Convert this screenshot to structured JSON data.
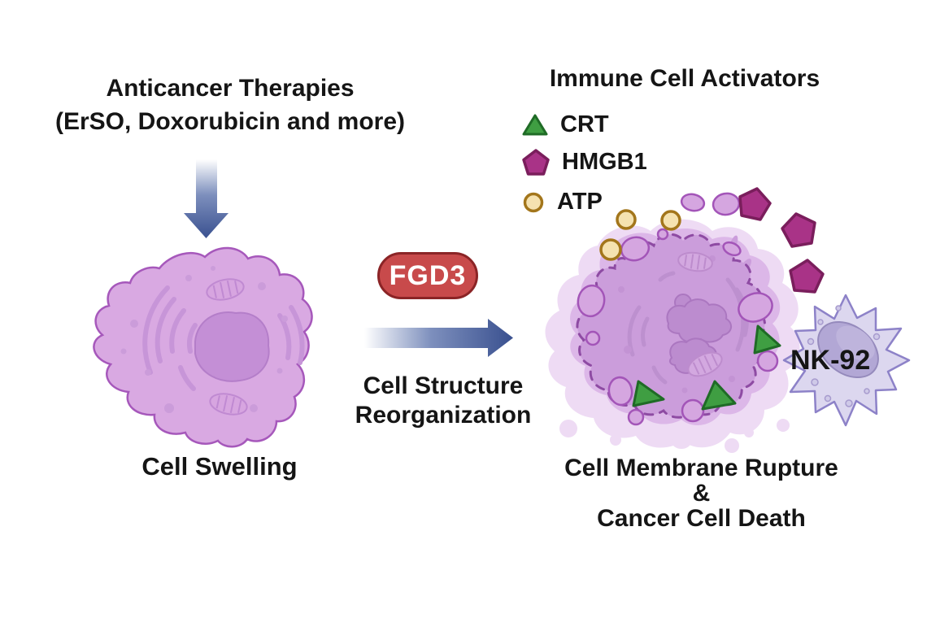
{
  "figure": {
    "left_panel": {
      "heading_line1": "Anticancer Therapies",
      "heading_line2": "(ErSO, Doxorubicin and more)",
      "cell_caption": "Cell Swelling"
    },
    "center_panel": {
      "gene_badge": "FGD3",
      "process_line1": "Cell Structure",
      "process_line2": "Reorganization"
    },
    "legend": {
      "title": "Immune Cell Activators",
      "items": [
        {
          "label": "CRT",
          "icon": "triangle-icon",
          "fill": "#3f9e42",
          "stroke": "#1f6b26"
        },
        {
          "label": "HMGB1",
          "icon": "pentagon-icon",
          "fill": "#a93387",
          "stroke": "#7a1e5c"
        },
        {
          "label": "ATP",
          "icon": "circle-icon",
          "fill": "#f5e2b0",
          "stroke": "#a3761b"
        }
      ]
    },
    "right_panel": {
      "nk_cell_label": "NK-92",
      "caption_line1": "Cell Membrane Rupture",
      "caption_line2": "&",
      "caption_line3": "Cancer Cell Death"
    },
    "colors": {
      "arrow_blue": "#3e5695",
      "badge_red": "#c84a4b",
      "badge_border": "#8b2426",
      "swollen_cell_body": "#d9a9e2",
      "swollen_cell_outline": "#a658bb",
      "ruptured_cell_body": "#cb9ddb",
      "ruptured_halo": "#eedbf4",
      "membrane_dash": "#8e4ba3",
      "nk_cell_fill": "#dcd7ef",
      "nk_cell_outline": "#8d82c8",
      "text": "#151515"
    }
  }
}
